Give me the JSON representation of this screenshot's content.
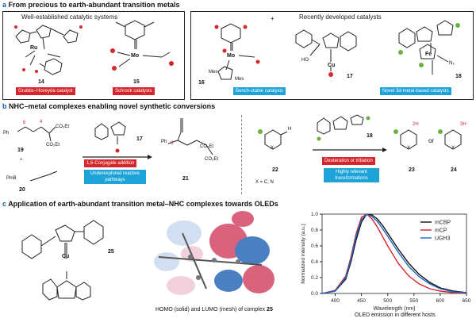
{
  "section_a": {
    "letter": "a",
    "title": "From precious to earth-abundant transition metals",
    "left_box": {
      "heading": "Well-established catalytic systems",
      "compounds": [
        {
          "number": "14",
          "tag": "Grubbs–Hoveyda catalyst",
          "metal": "Ru"
        },
        {
          "number": "15",
          "tag": "Schrock catalysts",
          "metal": "Mo"
        }
      ]
    },
    "right_box": {
      "heading": "Recently developed catalysts",
      "compounds": [
        {
          "number": "16",
          "metal": "Mo",
          "charge": "+",
          "ligand": "Mes"
        },
        {
          "number": "17",
          "metal": "Cu",
          "label": "HO"
        },
        {
          "number": "18",
          "metal": "Fe",
          "ligand": "N₂"
        }
      ],
      "tags": [
        "Bench-stable catalysts",
        "Novel 3d-metal-based catalysts"
      ]
    }
  },
  "section_b": {
    "letter": "b",
    "title": "NHC–metal complexes enabling novel synthetic conversions",
    "left": {
      "substrate": "19",
      "reagent": "20",
      "reagent_label": "PinB",
      "catalyst": "17",
      "product": "21",
      "ester": "CO₂Et",
      "positions": [
        "6",
        "4"
      ],
      "tags": [
        "1,6-Conjugate addition",
        "Underexplored reactive pathways"
      ]
    },
    "right": {
      "substrate": "22",
      "catalyst": "18",
      "products": [
        "23",
        "24"
      ],
      "or_text": "or",
      "x_note": "X = C, N",
      "iso_labels": [
        "2H",
        "3H",
        "H",
        "X"
      ],
      "tags": [
        "Deuteration or tritiation",
        "Highly relevant transformations"
      ]
    }
  },
  "section_c": {
    "letter": "c",
    "title": "Application of earth-abundant transition metal–NHC complexes towards OLEDs",
    "complex_number": "25",
    "metal": "Cu",
    "orbital_caption": "HOMO (solid) and LUMO (mesh) of complex",
    "orbital_caption_num": "25",
    "chart_caption": "OLED emission in different hosts"
  },
  "chart_data": {
    "type": "line",
    "title": "",
    "xlabel": "Wavelength (nm)",
    "ylabel": "Normalized intensity (a.u.)",
    "xlim": [
      375,
      650
    ],
    "ylim": [
      0,
      1.0
    ],
    "x_ticks": [
      "400",
      "450",
      "500",
      "550",
      "600",
      "650"
    ],
    "y_ticks": [
      "0.0",
      "0.2",
      "0.4",
      "0.6",
      "0.8",
      "1.0"
    ],
    "x": [
      375,
      400,
      420,
      430,
      440,
      450,
      460,
      470,
      480,
      490,
      500,
      520,
      540,
      560,
      580,
      600,
      625,
      650
    ],
    "series": [
      {
        "name": "mCBP",
        "color": "#111111",
        "values": [
          0.0,
          0.03,
          0.18,
          0.4,
          0.68,
          0.9,
          1.0,
          0.99,
          0.94,
          0.86,
          0.76,
          0.56,
          0.38,
          0.24,
          0.14,
          0.07,
          0.03,
          0.01
        ]
      },
      {
        "name": "mCP",
        "color": "#d6262d",
        "values": [
          0.0,
          0.04,
          0.22,
          0.46,
          0.76,
          0.96,
          1.0,
          0.94,
          0.84,
          0.72,
          0.6,
          0.38,
          0.22,
          0.12,
          0.06,
          0.03,
          0.01,
          0.0
        ]
      },
      {
        "name": "UGH3",
        "color": "#1f66c4",
        "values": [
          0.0,
          0.03,
          0.2,
          0.43,
          0.73,
          0.93,
          1.0,
          0.97,
          0.91,
          0.82,
          0.72,
          0.52,
          0.34,
          0.21,
          0.12,
          0.06,
          0.02,
          0.01
        ]
      }
    ]
  }
}
